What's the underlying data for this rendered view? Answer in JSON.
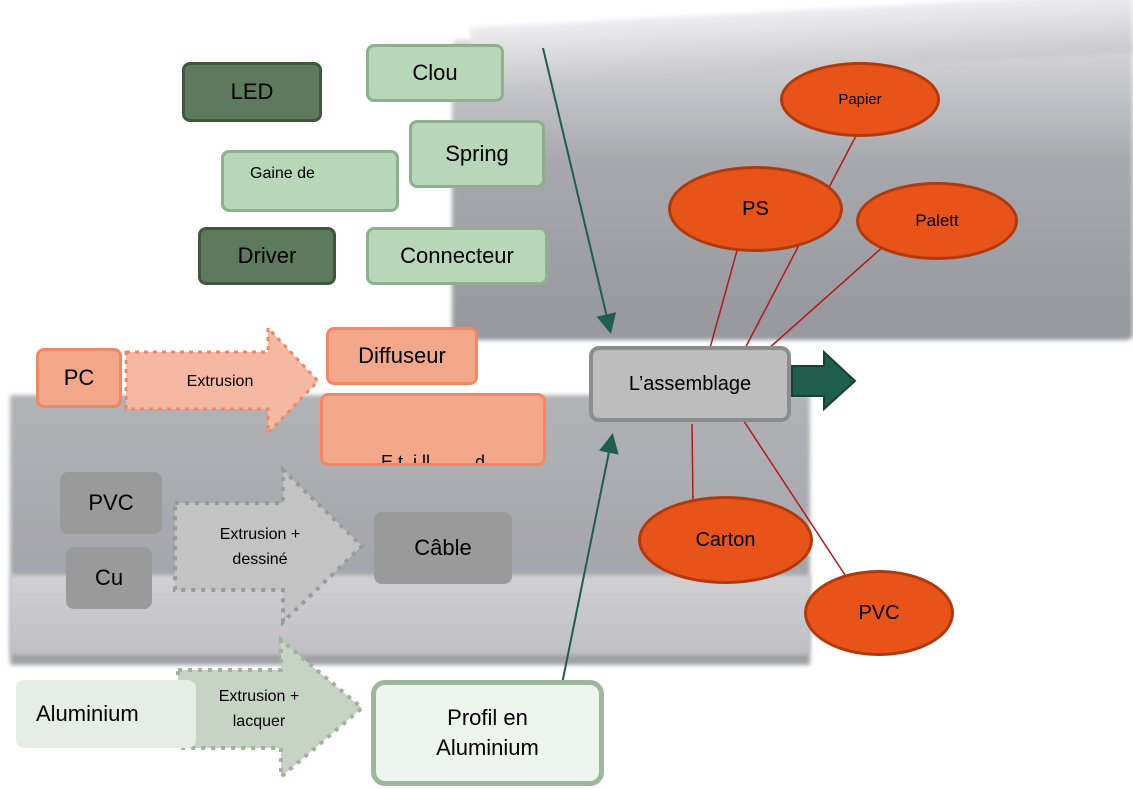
{
  "components": {
    "led": "LED",
    "clou": "Clou",
    "spring": "Spring",
    "gaine": "Gaine de",
    "driver": "Driver",
    "connecteur": "Connecteur"
  },
  "pc_row": {
    "source": "PC",
    "process": "Extrusion",
    "product": "Diffuseur",
    "product2_partial": "E t  i ll         d"
  },
  "cable_row": {
    "source1": "PVC",
    "source2": "Cu",
    "process_line1": "Extrusion +",
    "process_line2": "dessiné",
    "product": "Câble"
  },
  "alu_row": {
    "source": "Aluminium",
    "process_line1": "Extrusion +",
    "process_line2": "lacquer",
    "product_line1": "Profil en",
    "product_line2": "Aluminium"
  },
  "assembly": {
    "label": "L’assemblage"
  },
  "packaging": {
    "papier": "Papier",
    "ps": "PS",
    "palett": "Palett",
    "carton": "Carton",
    "pvc": "PVC"
  },
  "colors": {
    "dark_green": "#5e7a5e",
    "light_green": "#b7d7b8",
    "salmon": "#f2a78a",
    "orange": "#e8531a",
    "grey": "#9a9a9a",
    "teal_arrow": "#1f5d4c",
    "red_line": "#b01a1a"
  }
}
